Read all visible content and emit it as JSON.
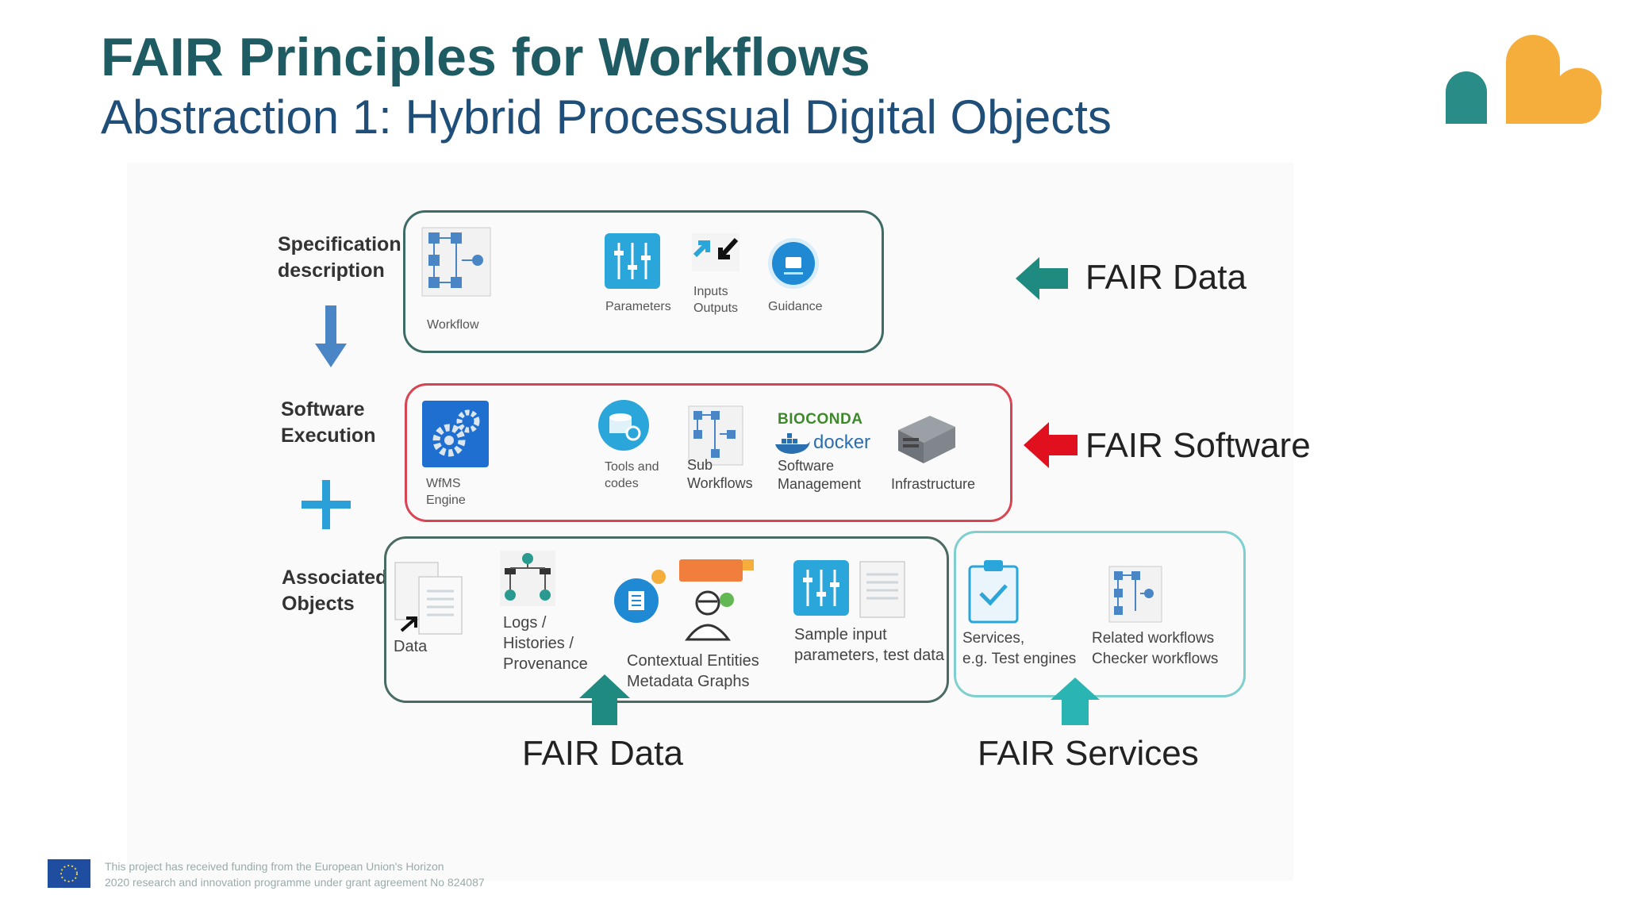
{
  "header": {
    "title": "FAIR Principles for Workflows",
    "subtitle": "Abstraction 1: Hybrid Processual Digital Objects"
  },
  "rows": {
    "spec": {
      "line1": "Specification",
      "line2": "description"
    },
    "exec": {
      "line1": "Software",
      "line2": "Execution"
    },
    "assoc": {
      "line1": "Associated",
      "line2": "Objects"
    }
  },
  "spec_box": {
    "workflow": "Workflow",
    "parameters": "Parameters",
    "inputs": "Inputs",
    "outputs": "Outputs",
    "guidance": "Guidance"
  },
  "exec_box": {
    "wfms1": "WfMS",
    "wfms2": "Engine",
    "tools1": "Tools and",
    "tools2": "codes",
    "sub1": "Sub",
    "sub2": "Workflows",
    "bioconda": "BIOCONDA",
    "docker": "docker",
    "sm1": "Software",
    "sm2": "Management",
    "infra": "Infrastructure"
  },
  "assoc_box": {
    "data": "Data",
    "logs1": "Logs /",
    "logs2": "Histories /",
    "logs3": "Provenance",
    "ctx1": "Contextual Entities",
    "ctx2": "Metadata Graphs",
    "sample1": "Sample input",
    "sample2": "parameters, test data"
  },
  "services_box": {
    "svc1": "Services,",
    "svc2": "e.g. Test engines",
    "rel1": "Related workflows",
    "rel2": "Checker workflows"
  },
  "fair": {
    "data_right": "FAIR Data",
    "software": "FAIR Software",
    "data_bottom": "FAIR Data",
    "services": "FAIR Services"
  },
  "footer": {
    "line1": "This project has received funding from the European Union's Horizon",
    "line2": "2020 research and innovation programme under grant agreement No 824087"
  },
  "colors": {
    "title": "#1f5b63",
    "subtitle": "#1f4e79",
    "teal": "#2a8c87",
    "orange": "#f5ae3c",
    "red_arrow": "#e0101e",
    "blue_arrow": "#4a86c5"
  },
  "icons": [
    "eosc-life-logo",
    "workflow-icon",
    "sliders-icon",
    "inputs-outputs-icon",
    "guidance-icon",
    "gears-icon",
    "database-gear-icon",
    "subworkflow-icon",
    "docker-whale-icon",
    "server-icon",
    "document-icon",
    "provenance-graph-icon",
    "metadata-icon",
    "person-icon",
    "clipboard-check-icon",
    "eu-flag-icon"
  ]
}
